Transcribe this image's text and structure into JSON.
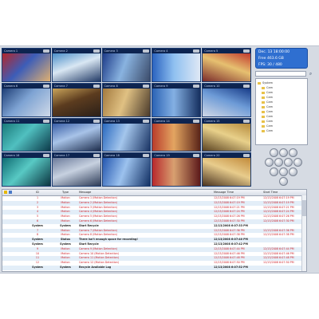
{
  "cameras": [
    {
      "label": "Camera 1",
      "colors": [
        "#b3262a",
        "#3c5db8",
        "#e0b070"
      ]
    },
    {
      "label": "Camera 2",
      "colors": [
        "#4b8fc9",
        "#d9e7f3",
        "#223a66"
      ]
    },
    {
      "label": "Camera 3",
      "colors": [
        "#1e3c8a",
        "#89b3e0",
        "#3b4b6a"
      ]
    },
    {
      "label": "Camera 4",
      "colors": [
        "#2a63c0",
        "#8fc0f0",
        "#dfe8f5"
      ]
    },
    {
      "label": "Camera 5",
      "colors": [
        "#c23a2d",
        "#e6c070",
        "#7a2a2a"
      ]
    },
    {
      "label": "Camera 6",
      "colors": [
        "#1f3f77",
        "#7ea3d3",
        "#cfd9e8"
      ]
    },
    {
      "label": "Camera 7",
      "colors": [
        "#c9a45a",
        "#5c3c1f",
        "#2a1f18"
      ]
    },
    {
      "label": "Camera 8",
      "colors": [
        "#a37a3f",
        "#e0c183",
        "#4a3a2a"
      ]
    },
    {
      "label": "Camera 9",
      "colors": [
        "#2b63b5",
        "#84b0e3",
        "#163060"
      ]
    },
    {
      "label": "Camera 10",
      "colors": [
        "#183c88",
        "#6c9ad6",
        "#d0d8e6"
      ]
    },
    {
      "label": "Camera 11",
      "colors": [
        "#1a7a7a",
        "#50c0c0",
        "#0c3a4a"
      ]
    },
    {
      "label": "Camera 12",
      "colors": [
        "#3a5fa8",
        "#a8c3e8",
        "#1d2d4d"
      ]
    },
    {
      "label": "Camera 13",
      "colors": [
        "#2a6ac0",
        "#a4c6ec",
        "#1a3464"
      ]
    },
    {
      "label": "Camera 14",
      "colors": [
        "#b93c2b",
        "#e3a561",
        "#5a2418"
      ]
    },
    {
      "label": "Camera 15",
      "colors": [
        "#b58a3c",
        "#e8d08a",
        "#5a4221"
      ]
    },
    {
      "label": "Camera 16",
      "colors": [
        "#0f6b72",
        "#58c9c4",
        "#0b3440"
      ]
    },
    {
      "label": "Camera 17",
      "colors": [
        "#6b7a9a",
        "#c7d1e0",
        "#2c3a56"
      ]
    },
    {
      "label": "Camera 18",
      "colors": [
        "#2457b0",
        "#9cc2ee",
        "#123064"
      ]
    },
    {
      "label": "Camera 19",
      "colors": [
        "#b8282c",
        "#d8a070",
        "#5c1a1a"
      ]
    },
    {
      "label": "Camera 20",
      "colors": [
        "#c28a3a",
        "#e8cc8c",
        "#4a3320"
      ]
    }
  ],
  "clock": {
    "line1": "Dec. 13 18:00:00",
    "line2": "Free 463.6 GB",
    "line3": "FPS: 30 / 480"
  },
  "tree": {
    "root": "System",
    "items": [
      "Cam",
      "Cam",
      "Cam",
      "Cam",
      "Cam",
      "Cam",
      "Cam",
      "Cam",
      "Cam",
      "Cam"
    ]
  },
  "ptz_buttons": [
    "",
    "",
    "",
    "",
    "",
    "",
    "",
    "",
    "",
    ""
  ],
  "table": {
    "headers": {
      "id": "ID",
      "type": "Type",
      "message": "Message",
      "message_time": "Message Time",
      "start_time": "Start Time"
    },
    "rows": [
      {
        "id": "1",
        "type": "Motion",
        "message": "Camera 1 (Motion Detection)",
        "mt": "12/13/2008 6:07:19 PM",
        "st": "12/13/2008 6:07:19 PM",
        "color": "red"
      },
      {
        "id": "2",
        "type": "Motion",
        "message": "Camera 2 (Motion Detection)",
        "mt": "12/13/2008 6:07:19 PM",
        "st": "12/13/2008 6:07:19 PM",
        "color": "red"
      },
      {
        "id": "3",
        "type": "Motion",
        "message": "Camera 3 (Motion Detection)",
        "mt": "12/13/2008 6:07:21 PM",
        "st": "12/13/2008 6:07:21 PM",
        "color": "red"
      },
      {
        "id": "4",
        "type": "Motion",
        "message": "Camera 4 (Motion Detection)",
        "mt": "12/13/2008 6:07:24 PM",
        "st": "12/13/2008 6:07:24 PM",
        "color": "red"
      },
      {
        "id": "5",
        "type": "Motion",
        "message": "Camera 5 (Motion Detection)",
        "mt": "12/13/2008 6:07:26 PM",
        "st": "12/13/2008 6:07:26 PM",
        "color": "red"
      },
      {
        "id": "6",
        "type": "Motion",
        "message": "Camera 6 (Motion Detection)",
        "mt": "12/13/2008 6:07:30 PM",
        "st": "12/13/2008 6:07:30 PM",
        "color": "red"
      },
      {
        "id": "System",
        "type": "System",
        "message": "Start Recycle",
        "mt": "12/13/2008 6:07:33 PM",
        "st": "",
        "color": "dark"
      },
      {
        "id": "7",
        "type": "Motion",
        "message": "Camera 7 (Motion Detection)",
        "mt": "12/13/2008 6:07:36 PM",
        "st": "12/13/2008 6:07:36 PM",
        "color": "red"
      },
      {
        "id": "8",
        "type": "Motion",
        "message": "Camera 8 (Motion Detection)",
        "mt": "12/13/2008 6:07:38 PM",
        "st": "12/13/2008 6:07:38 PM",
        "color": "red"
      },
      {
        "id": "System",
        "type": "Status",
        "message": "There isn't enough space for recording!",
        "mt": "12/13/2008 6:07:40 PM",
        "st": "",
        "color": "dark"
      },
      {
        "id": "System",
        "type": "System",
        "message": "Start Recycle",
        "mt": "12/13/2008 6:07:42 PM",
        "st": "",
        "color": "dark"
      },
      {
        "id": "9",
        "type": "Motion",
        "message": "Camera 9 (Motion Detection)",
        "mt": "12/13/2008 6:07:44 PM",
        "st": "12/13/2008 6:07:44 PM",
        "color": "red"
      },
      {
        "id": "10",
        "type": "Motion",
        "message": "Camera 10 (Motion Detection)",
        "mt": "12/13/2008 6:07:46 PM",
        "st": "12/13/2008 6:07:46 PM",
        "color": "red"
      },
      {
        "id": "11",
        "type": "Motion",
        "message": "Camera 11 (Motion Detection)",
        "mt": "12/13/2008 6:07:48 PM",
        "st": "12/13/2008 6:07:48 PM",
        "color": "red"
      },
      {
        "id": "12",
        "type": "Motion",
        "message": "Camera 12 (Motion Detection)",
        "mt": "12/13/2008 6:07:50 PM",
        "st": "12/13/2008 6:07:50 PM",
        "color": "red"
      },
      {
        "id": "System",
        "type": "System",
        "message": "Recycle Available Log",
        "mt": "12/13/2008 6:07:52 PM",
        "st": "",
        "color": "dark"
      }
    ]
  }
}
